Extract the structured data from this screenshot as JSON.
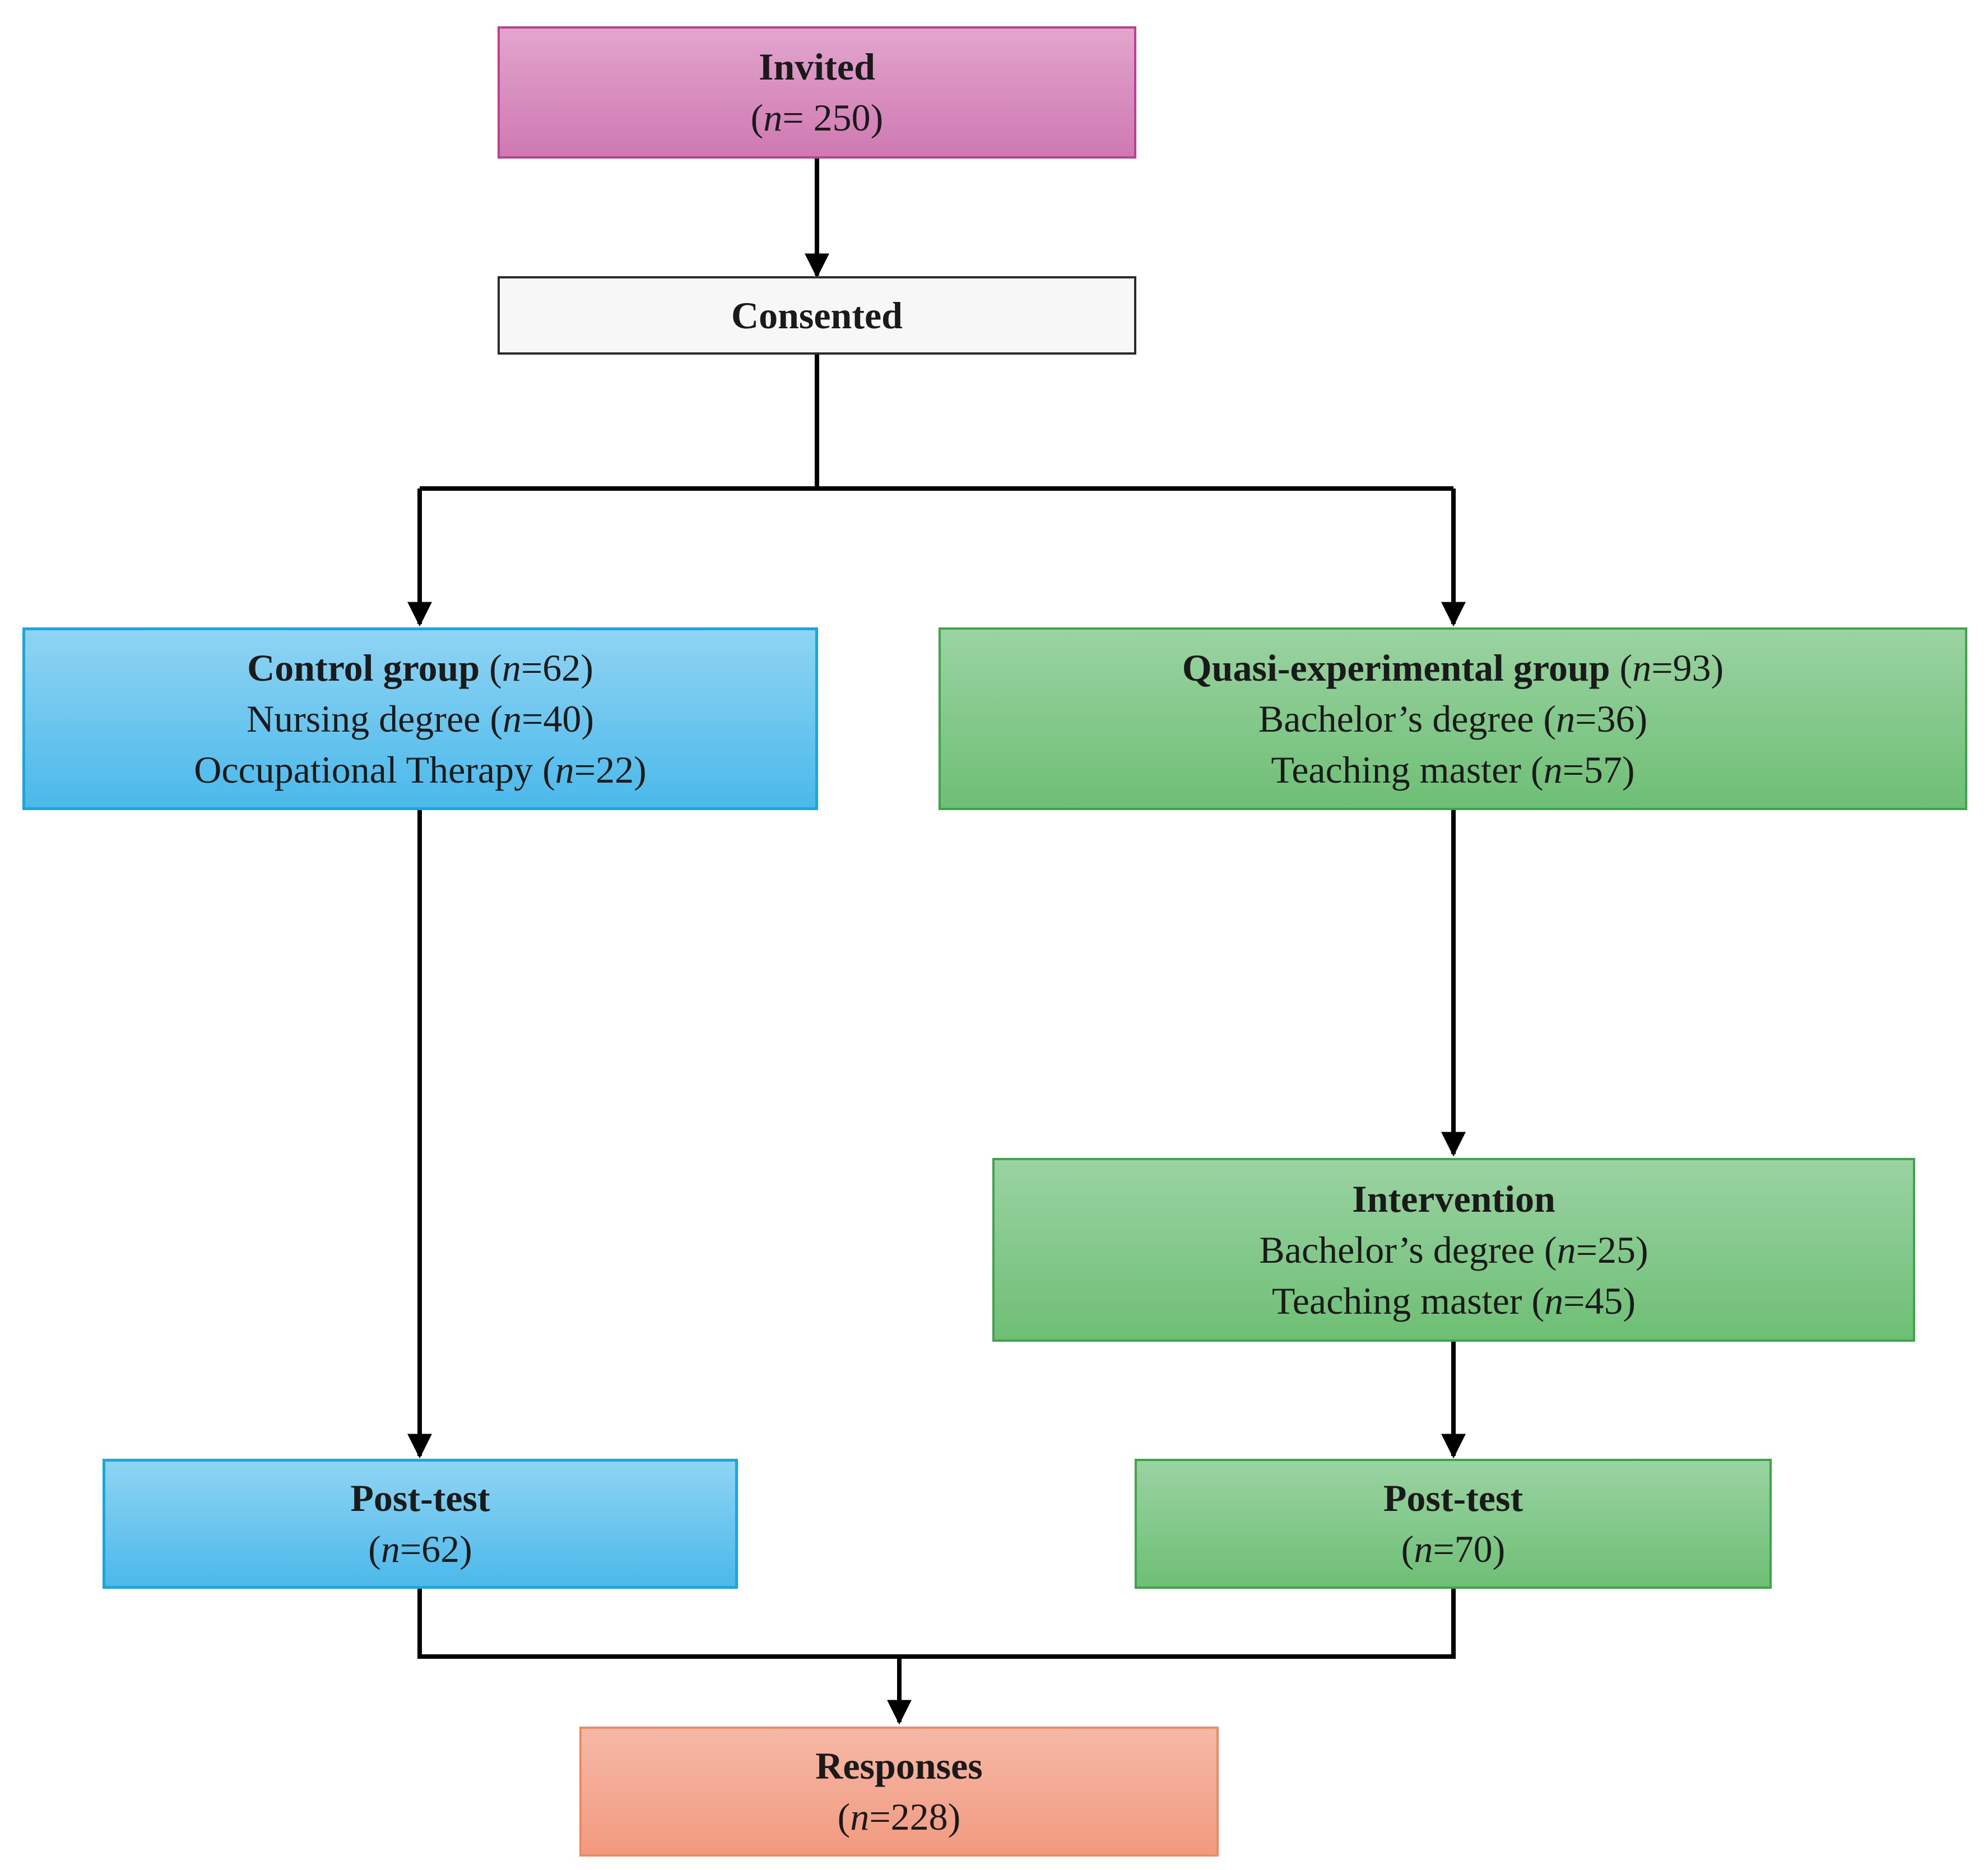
{
  "nodes": {
    "invited": {
      "title": "Invited",
      "n": "250"
    },
    "consented": {
      "title": "Consented"
    },
    "control": {
      "title": "Control group",
      "n": "62",
      "sub1_label": "Nursing degree",
      "sub1_n": "40",
      "sub2_label": "Occupational Therapy",
      "sub2_n": "22"
    },
    "quasi": {
      "title": "Quasi-experimental group",
      "n": "93",
      "sub1_label": "Bachelor’s degree",
      "sub1_n": "36",
      "sub2_label": "Teaching master",
      "sub2_n": "57"
    },
    "intervention": {
      "title": "Intervention",
      "sub1_label": "Bachelor’s degree",
      "sub1_n": "25",
      "sub2_label": "Teaching master",
      "sub2_n": "45"
    },
    "posttest_control": {
      "title": "Post-test",
      "n": "62"
    },
    "posttest_quasi": {
      "title": "Post-test",
      "n": "70"
    },
    "responses": {
      "title": "Responses",
      "n": "228"
    }
  },
  "labels": {
    "n_symbol": "n"
  }
}
